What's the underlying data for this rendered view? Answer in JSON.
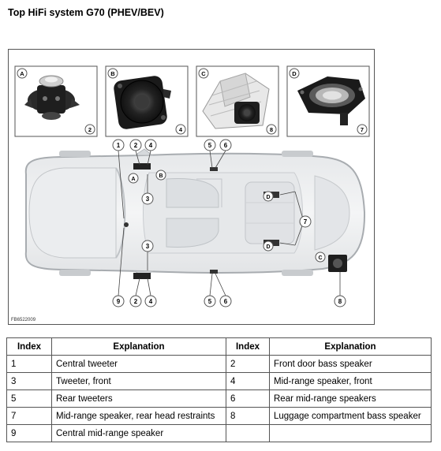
{
  "title": "Top HiFi system G70 (PHEV/BEV)",
  "figure_id": "FB6522009",
  "insets": [
    {
      "letter": "A",
      "number": "2"
    },
    {
      "letter": "B",
      "number": "4"
    },
    {
      "letter": "C",
      "number": "8"
    },
    {
      "letter": "D",
      "number": "7"
    }
  ],
  "callouts": {
    "top": [
      "1",
      "2",
      "4",
      "5",
      "6"
    ],
    "bottom": [
      "9",
      "2",
      "4",
      "5",
      "6"
    ],
    "tweeter_front": "3",
    "rear_head": "7",
    "luggage": "8",
    "letters": [
      "A",
      "B",
      "C",
      "D"
    ]
  },
  "table": {
    "headers": [
      "Index",
      "Explanation",
      "Index",
      "Explanation"
    ],
    "rows": [
      [
        "1",
        "Central tweeter",
        "2",
        "Front door bass speaker"
      ],
      [
        "3",
        "Tweeter, front",
        "4",
        "Mid-range speaker, front"
      ],
      [
        "5",
        "Rear tweeters",
        "6",
        "Rear mid-range speakers"
      ],
      [
        "7",
        "Mid-range speaker, rear head restraints",
        "8",
        "Luggage compartment bass speaker"
      ],
      [
        "9",
        "Central mid-range speaker",
        "",
        ""
      ]
    ]
  }
}
